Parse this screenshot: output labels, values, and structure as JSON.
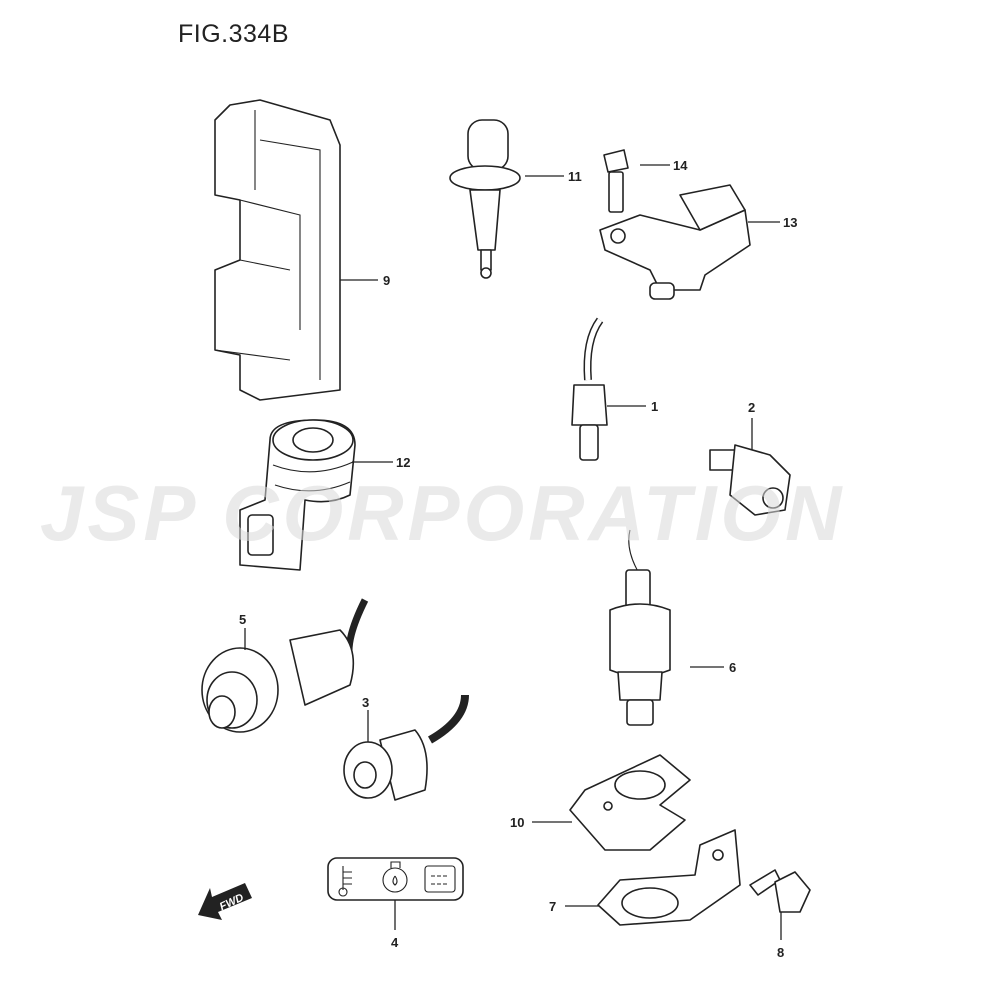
{
  "figure": {
    "title": "FIG.334B"
  },
  "watermark": {
    "text": "JSP CORPORATION"
  },
  "fwd_arrow": {
    "label": "FWD"
  },
  "callouts": [
    {
      "id": "part-1",
      "label": "1"
    },
    {
      "id": "part-2",
      "label": "2"
    },
    {
      "id": "part-3",
      "label": "3"
    },
    {
      "id": "part-4",
      "label": "4"
    },
    {
      "id": "part-5",
      "label": "5"
    },
    {
      "id": "part-6",
      "label": "6"
    },
    {
      "id": "part-7",
      "label": "7"
    },
    {
      "id": "part-8",
      "label": "8"
    },
    {
      "id": "part-9",
      "label": "9"
    },
    {
      "id": "part-10",
      "label": "10"
    },
    {
      "id": "part-11",
      "label": "11"
    },
    {
      "id": "part-12",
      "label": "12"
    },
    {
      "id": "part-13",
      "label": "13"
    },
    {
      "id": "part-14",
      "label": "14"
    }
  ],
  "colors": {
    "line": "#222222",
    "watermark": "#d9d9d9",
    "background": "#ffffff"
  }
}
